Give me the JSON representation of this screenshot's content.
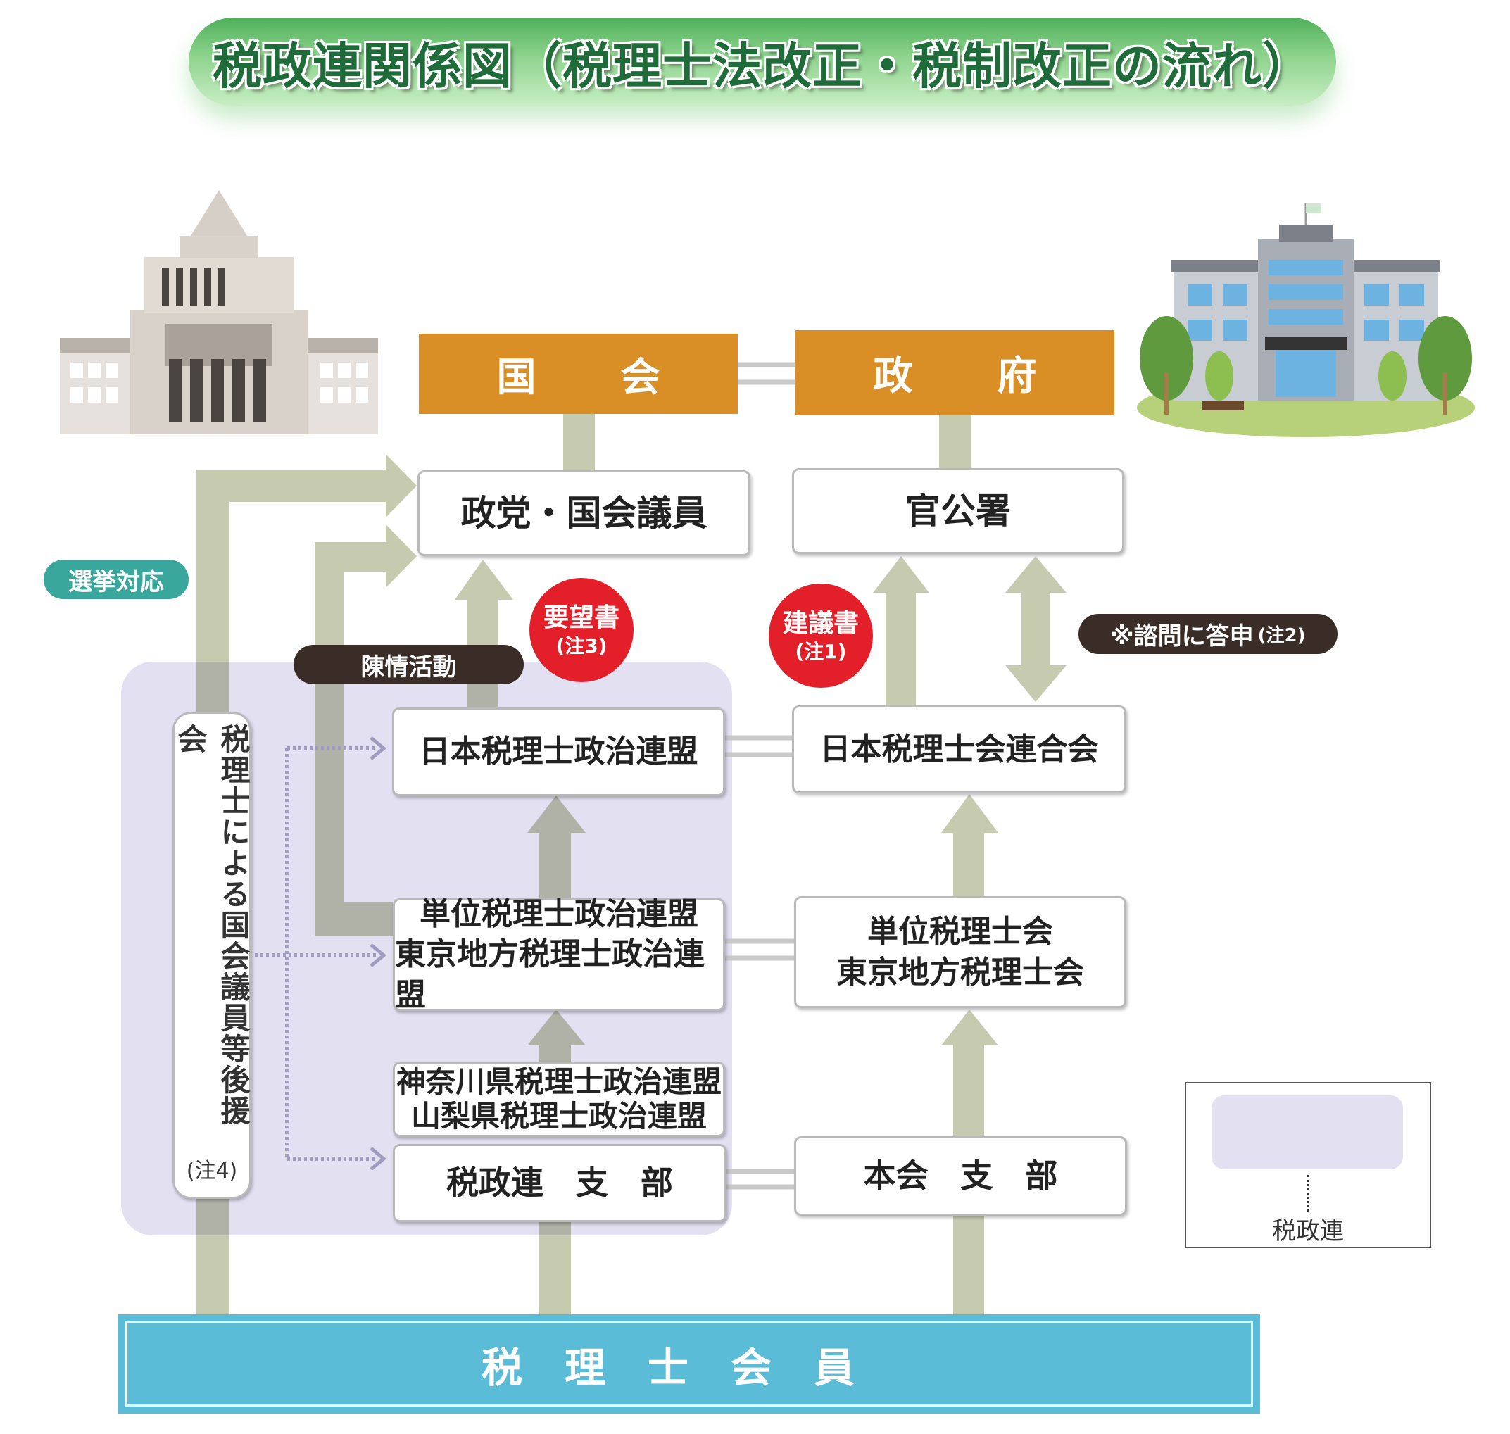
{
  "title": "税政連関係図（税理士法改正・税制改正の流れ）",
  "top": {
    "kokkai": [
      "国",
      "会"
    ],
    "seifu": [
      "政",
      "府"
    ]
  },
  "boxes": {
    "seito": "政党・国会議員",
    "kankosho": "官公署",
    "nichizeiseiren": "日本税理士政治連盟",
    "nichizeiren": "日本税理士会連合会",
    "tani_seiren": [
      "単位税理士政治連盟",
      "東京地方税理士政治連盟"
    ],
    "tani_kai": [
      "単位税理士会",
      "東京地方税理士会"
    ],
    "kanagawa": [
      "神奈川県税理士政治連盟",
      "山梨県税理士政治連盟"
    ],
    "seiren_shibu": "税政連　支　部",
    "honkai_shibu": "本会　支　部"
  },
  "labels": {
    "senkyo": "選挙対応",
    "chinjo": "陳情活動",
    "shimon": "※諮問に答申",
    "shimon_note": "(注2)",
    "yobosho": "要望書",
    "yobosho_note": "(注3)",
    "kengisho": "建議書",
    "kengisho_note": "(注1)"
  },
  "koenkai": {
    "text": "税理士による国会議員等後援会",
    "note": "(注4)"
  },
  "members": "税理士会員",
  "legend": {
    "label": "税政連"
  },
  "colors": {
    "orange": "#d98e26",
    "arrow": "#c6cbb0",
    "region": "#e3e0f2",
    "red": "#e3202a",
    "teal": "#3aa79c",
    "dark": "#3a2d28",
    "blue": "#5bbcd8"
  }
}
